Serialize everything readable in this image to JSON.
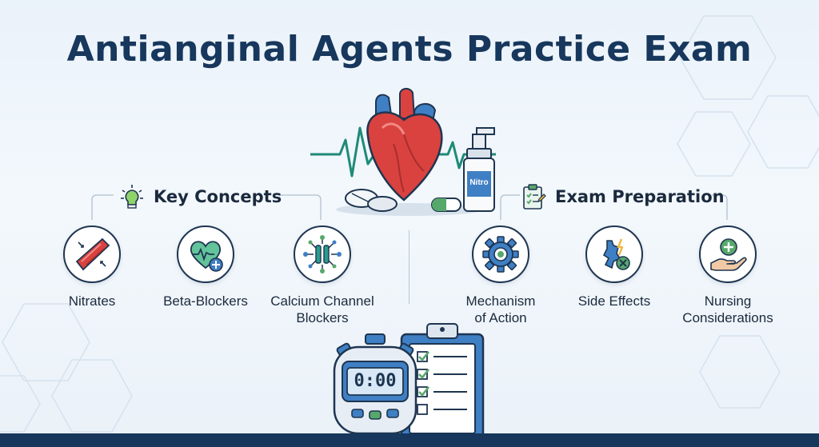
{
  "title": "Antianginal Agents Practice Exam",
  "colors": {
    "navy": "#17375c",
    "red": "#d9423f",
    "blue": "#3f7fc4",
    "teal": "#2a9d8f",
    "green": "#57a86b",
    "orange": "#f0b84a"
  },
  "hero": {
    "spray_label": "Nitro",
    "icons": [
      "heart-icon",
      "ecg-line-icon",
      "pill-icon",
      "nitro-spray-icon"
    ]
  },
  "key_concepts": {
    "heading": "Key Concepts",
    "icon": "lightbulb-icon",
    "items": [
      {
        "label": "Nitrates",
        "icon": "dilated-vessel-icon"
      },
      {
        "label": "Beta-Blockers",
        "icon": "heart-plus-icon"
      },
      {
        "label": "Calcium Channel Blockers",
        "line1": "Calcium Channel",
        "line2": "Blockers",
        "icon": "ion-channel-icon"
      }
    ]
  },
  "exam_preparation": {
    "heading": "Exam Preparation",
    "icon": "clipboard-check-icon",
    "items": [
      {
        "label": "Mechanism of Action",
        "line1": "Mechanism",
        "line2": "of Action",
        "icon": "gear-icon"
      },
      {
        "label": "Side Effects",
        "icon": "side-effects-icon"
      },
      {
        "label": "Nursing Considerations",
        "line1": "Nursing",
        "line2": "Considerations",
        "icon": "caring-hand-icon"
      }
    ]
  },
  "bottom_illustration": {
    "timer_display": "0:00",
    "icons": [
      "stopwatch-icon",
      "checklist-clipboard-icon"
    ]
  }
}
